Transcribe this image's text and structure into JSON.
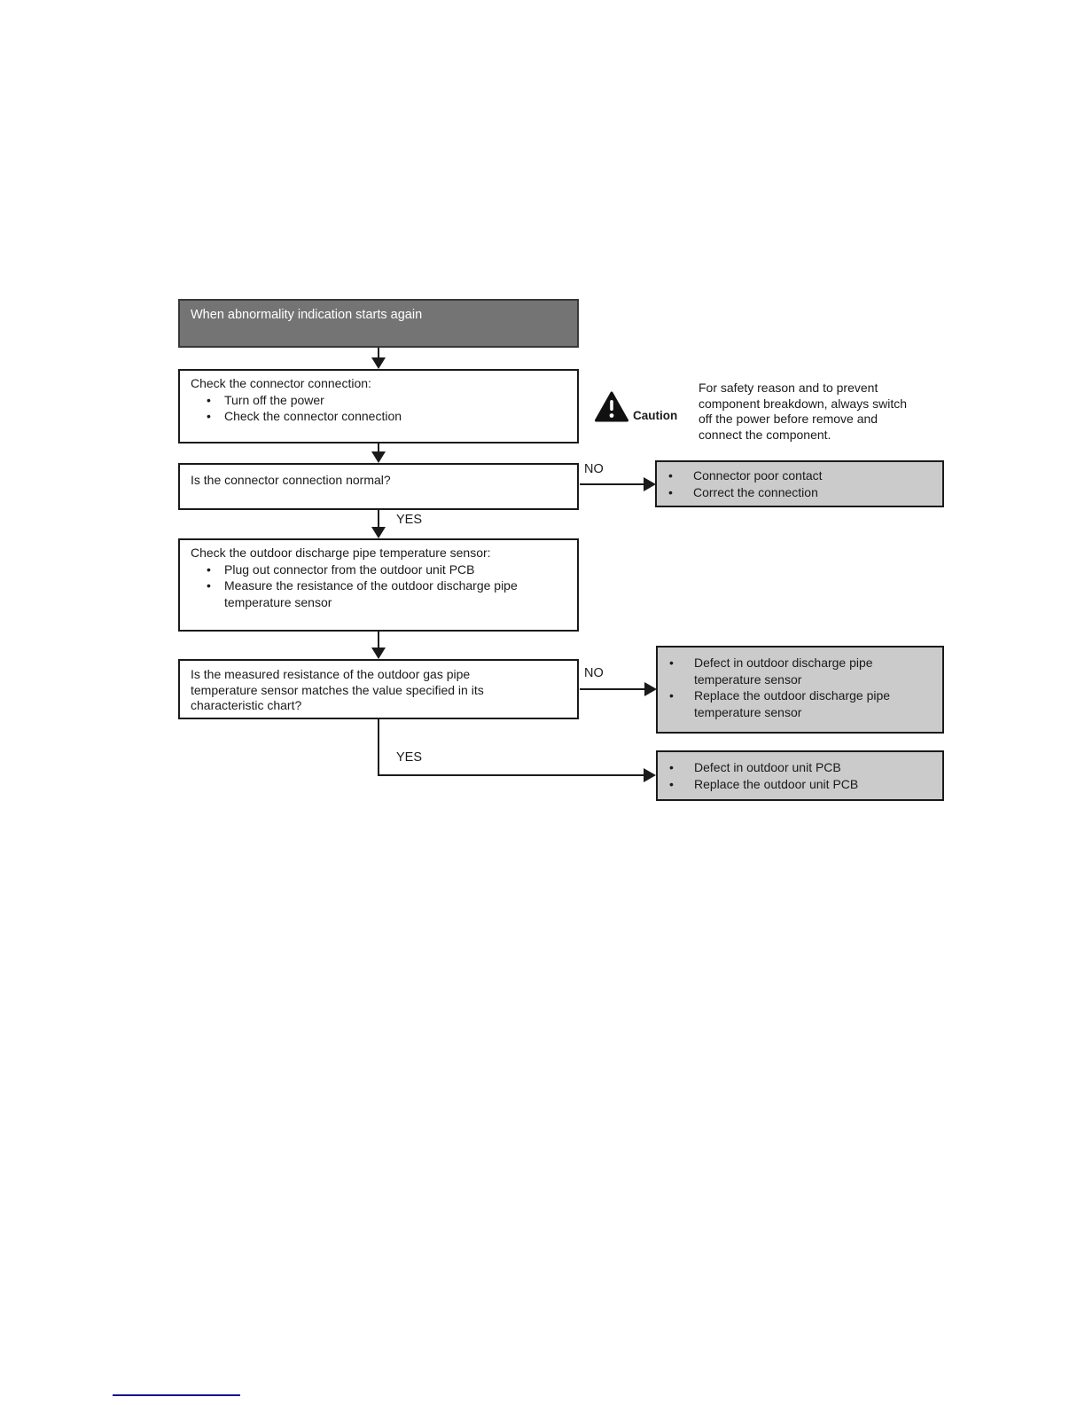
{
  "colors": {
    "title_bg": "#747474",
    "result_bg": "#cbcbcb",
    "line": "#1a1a1a",
    "footer_rule": "#14148c"
  },
  "flow": {
    "start": "When abnormality indication starts again",
    "check_connector": {
      "title": "Check the connector connection:",
      "bullets": [
        "Turn off the power",
        "Check the connector connection"
      ]
    },
    "caution": {
      "label": "Caution",
      "lines": [
        "For safety reason and to prevent",
        "component breakdown, always switch",
        "off the power before remove and",
        "connect the component."
      ]
    },
    "q_connector": "Is the connector connection normal?",
    "connector_result": {
      "bullets": [
        "Connector poor contact",
        "Correct the connection"
      ]
    },
    "check_sensor": {
      "title": "Check the outdoor discharge pipe temperature sensor:",
      "bullets": [
        "Plug out connector from the outdoor unit PCB",
        "Measure the resistance of the outdoor discharge pipe temperature sensor"
      ]
    },
    "q_sensor": {
      "lines": [
        "Is the measured resistance of the outdoor gas pipe",
        "temperature sensor matches the value specified in its",
        "characteristic chart?"
      ]
    },
    "sensor_result": {
      "bullets": [
        "Defect in outdoor discharge pipe temperature sensor",
        "Replace the outdoor discharge pipe temperature sensor"
      ]
    },
    "pcb_result": {
      "bullets": [
        "Defect in outdoor unit PCB",
        "Replace the outdoor unit PCB"
      ]
    },
    "labels": {
      "no": "NO",
      "yes": "YES"
    }
  }
}
